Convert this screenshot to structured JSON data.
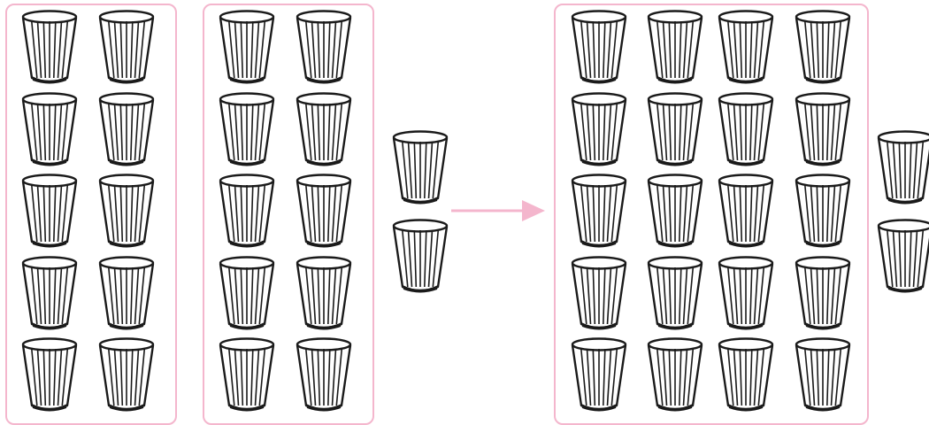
{
  "colors": {
    "frame": "#f4b6cd",
    "arrow": "#f4b6cd",
    "cup_stroke": "#1a1a1a",
    "cup_base": "#1a1a1a"
  },
  "icons": {
    "cup": "cup-icon",
    "arrow": "arrow-right-icon"
  },
  "before": {
    "boxes": [
      {
        "cols": 2,
        "rows": 5,
        "cup_count": 10
      },
      {
        "cols": 2,
        "rows": 5,
        "cup_count": 10
      }
    ],
    "loose_cups": 2,
    "total_cups": 22
  },
  "after": {
    "boxes": [
      {
        "cols": 4,
        "rows": 5,
        "cup_count": 20
      }
    ],
    "loose_cups": 2,
    "total_cups": 22
  }
}
